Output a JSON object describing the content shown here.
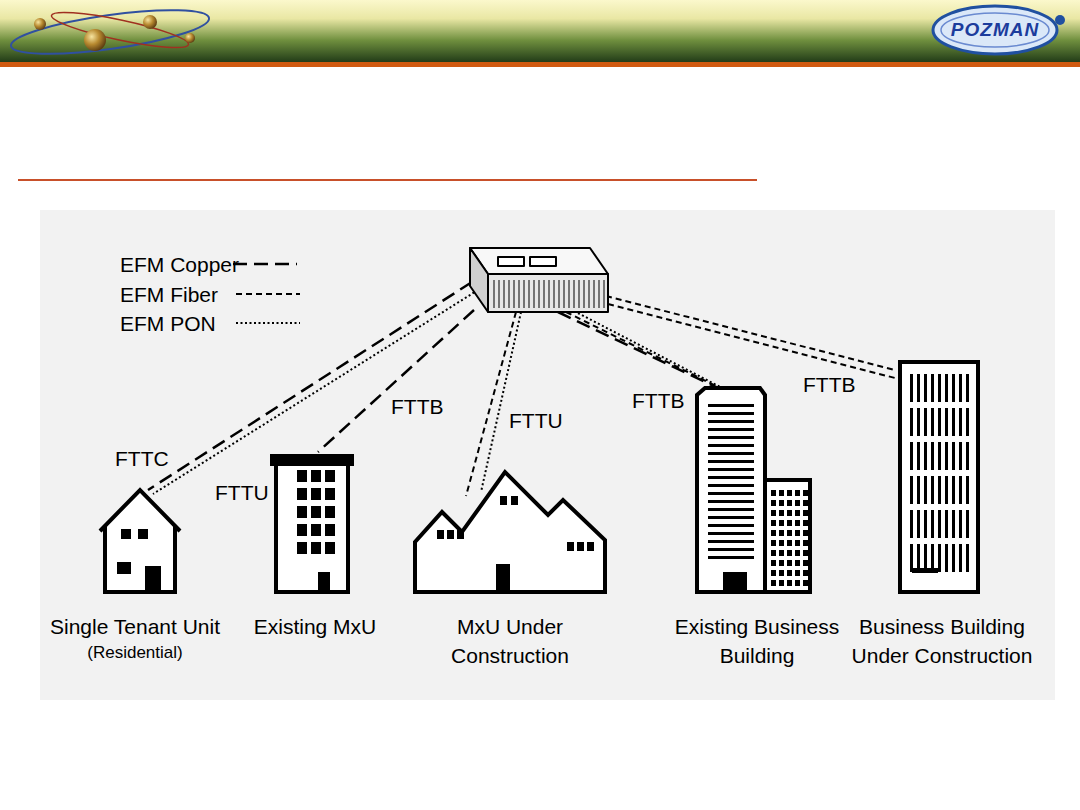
{
  "diagram": {
    "nodes": [
      {
        "text": [
          "Single Tenant Unit",
          "(Residential)"
        ]
      },
      {
        "text": [
          "Existing MxU"
        ]
      },
      {
        "text": [
          "MxU Under Construction"
        ]
      },
      {
        "text": [
          "Existing Business Building"
        ]
      },
      {
        "text": [
          "Business Building Under Construction"
        ]
      }
    ],
    "labels": [
      "FTTC",
      "FTTU",
      "FTTB",
      "FTTU",
      "FTTB",
      "FTTB",
      "POZMAN"
    ],
    "legend": [
      {
        "text": "EFM Copper"
      },
      {
        "text": "EFM Fiber"
      },
      {
        "text": "EFM PON"
      }
    ]
  }
}
